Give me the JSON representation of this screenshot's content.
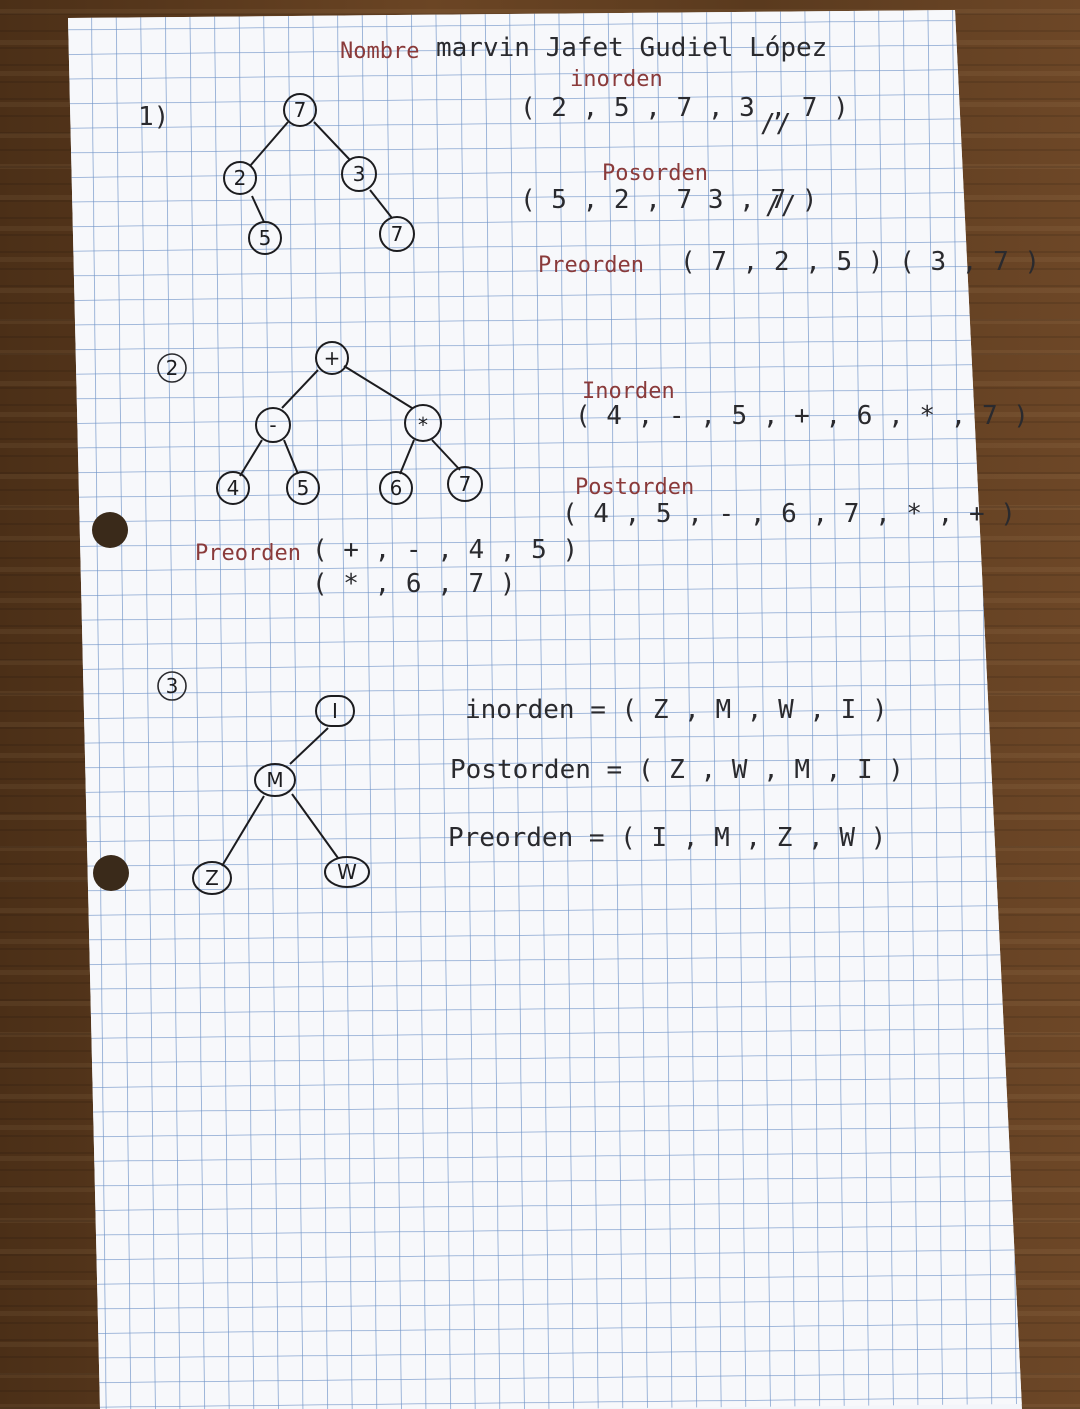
{
  "header": {
    "name_label": "Nombre",
    "name_value": "marvin Jafet Gudiel López"
  },
  "sections": [
    {
      "number": "1)",
      "tree": {
        "root": "7",
        "children": [
          "2",
          "3"
        ],
        "grandchildren": [
          "5",
          "7"
        ]
      },
      "traversals": {
        "inorden_label": "inorden",
        "inorden_value": "( 2 , 5 , 7 , 3 , 7 )",
        "inorden_mark": "//",
        "posorden_label": "Posorden",
        "posorden_value": "( 5 , 2 , 7 3 , 7 )",
        "posorden_mark": "//",
        "preorden_label": "Preorden",
        "preorden_value": "( 7 , 2 , 5 ) ( 3 , 7 )"
      }
    },
    {
      "number": "2",
      "tree": {
        "root": "+",
        "left": "-",
        "right": "*",
        "left_children": [
          "4",
          "5"
        ],
        "right_children": [
          "6",
          "7"
        ]
      },
      "traversals": {
        "inorden_label": "Inorden",
        "inorden_value": "( 4 , - , 5 , + , 6 , * , 7 )",
        "postorden_label": "Postorden",
        "postorden_value": "( 4 , 5 , - , 6 , 7 , * , + )",
        "preorden_label": "Preorden",
        "preorden_value_1": "( + , - , 4 , 5 )",
        "preorden_value_2": "( * , 6 , 7 )"
      }
    },
    {
      "number": "3",
      "tree": {
        "root": "I",
        "child": "M",
        "grandchildren": [
          "Z",
          "W"
        ]
      },
      "traversals": {
        "inorden": "inorden = ( Z , M , W , I )",
        "postorden": "Postorden = ( Z , W , M , I )",
        "preorden": "Preorden = ( I , M , Z , W )"
      }
    }
  ]
}
